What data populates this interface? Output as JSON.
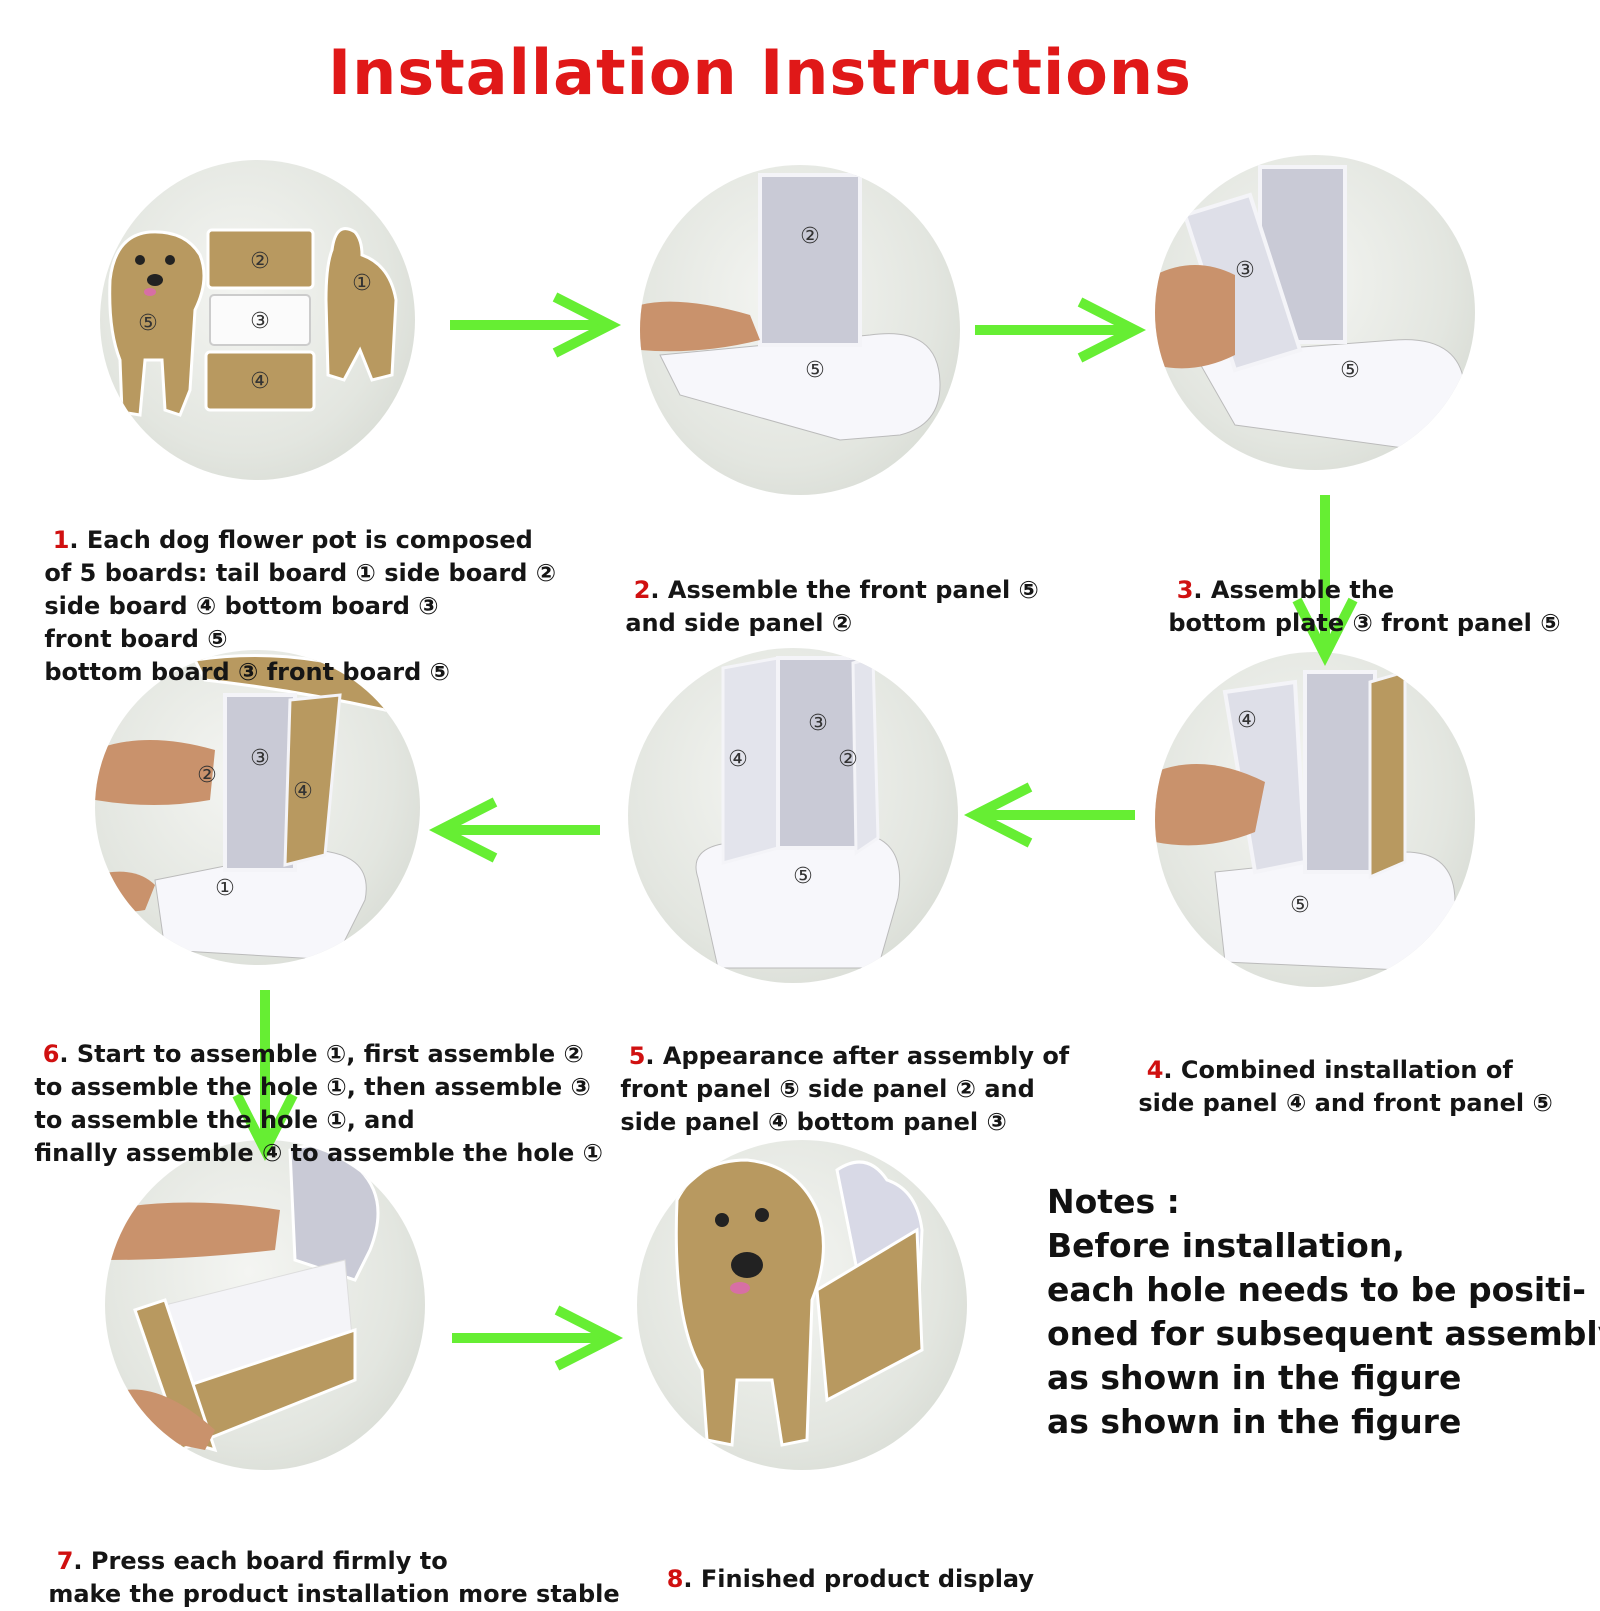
{
  "title": "Installation Instructions",
  "colors": {
    "title": "#e01818",
    "number": "#d01010",
    "arrow": "#66ee33"
  },
  "steps": [
    {
      "num": "1",
      "text": ". Each dog flower pot is composed\n of 5 boards: tail board ① side board ②\n side board ④ bottom board ③\n front board ⑤\n bottom board ③ front board ⑤"
    },
    {
      "num": "2",
      "text": ". Assemble the front panel ⑤\n and side panel ②"
    },
    {
      "num": "3",
      "text": ". Assemble the\n bottom plate ③ front panel ⑤"
    },
    {
      "num": "4",
      "text": ". Combined installation of\n side panel ④ and front panel ⑤"
    },
    {
      "num": "5",
      "text": ". Appearance after assembly of\n front panel ⑤ side panel ② and\n side panel ④ bottom panel ③"
    },
    {
      "num": "6",
      "text": ". Start to assemble ①, first assemble ②\n to assemble the hole ①, then assemble ③\n to assemble the hole ①, and\n finally assemble ④ to assemble the hole ①"
    },
    {
      "num": "7",
      "text": ". Press each board firmly to\n make the product installation more stable"
    },
    {
      "num": "8",
      "text": ". Finished product display"
    }
  ],
  "notes": "Notes :\nBefore installation,\neach hole needs to be positi-\noned for subsequent assembly,\nas shown in the figure\nas shown in the figure",
  "photo_labels": {
    "p1": [
      "②",
      "③",
      "①",
      "⑤",
      "④"
    ],
    "p2": [
      "②",
      "⑤"
    ],
    "p3": [
      "③",
      "⑤"
    ],
    "p4": [
      "④",
      "⑤"
    ],
    "p5": [
      "③",
      "④",
      "②",
      "⑤"
    ],
    "p6": [
      "③",
      "②",
      "④",
      "①"
    ]
  }
}
